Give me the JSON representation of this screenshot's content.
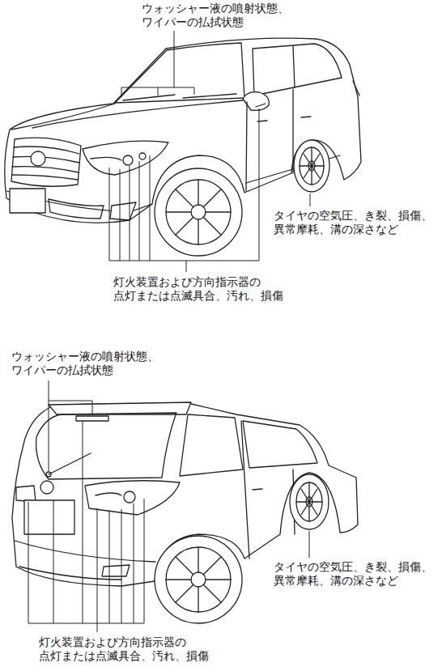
{
  "diagram": {
    "labels": [
      "ウォッシャー液の噴射状態、 ワイパーの払拭状態",
      "タイヤの空気圧、き裂、損傷、 異常摩耗、溝の深さなど",
      "灯火装置および方向指示器の 点灯または点滅具合、汚れ、損傷",
      "ウォッシャー液の噴射状態、 ワイパーの払拭状態",
      "タイヤの空気圧、き裂、損傷、 異常摩耗、溝の深さなど",
      "灯火装置および方向指示器の 点灯または点滅具合、汚れ、損傷"
    ]
  }
}
